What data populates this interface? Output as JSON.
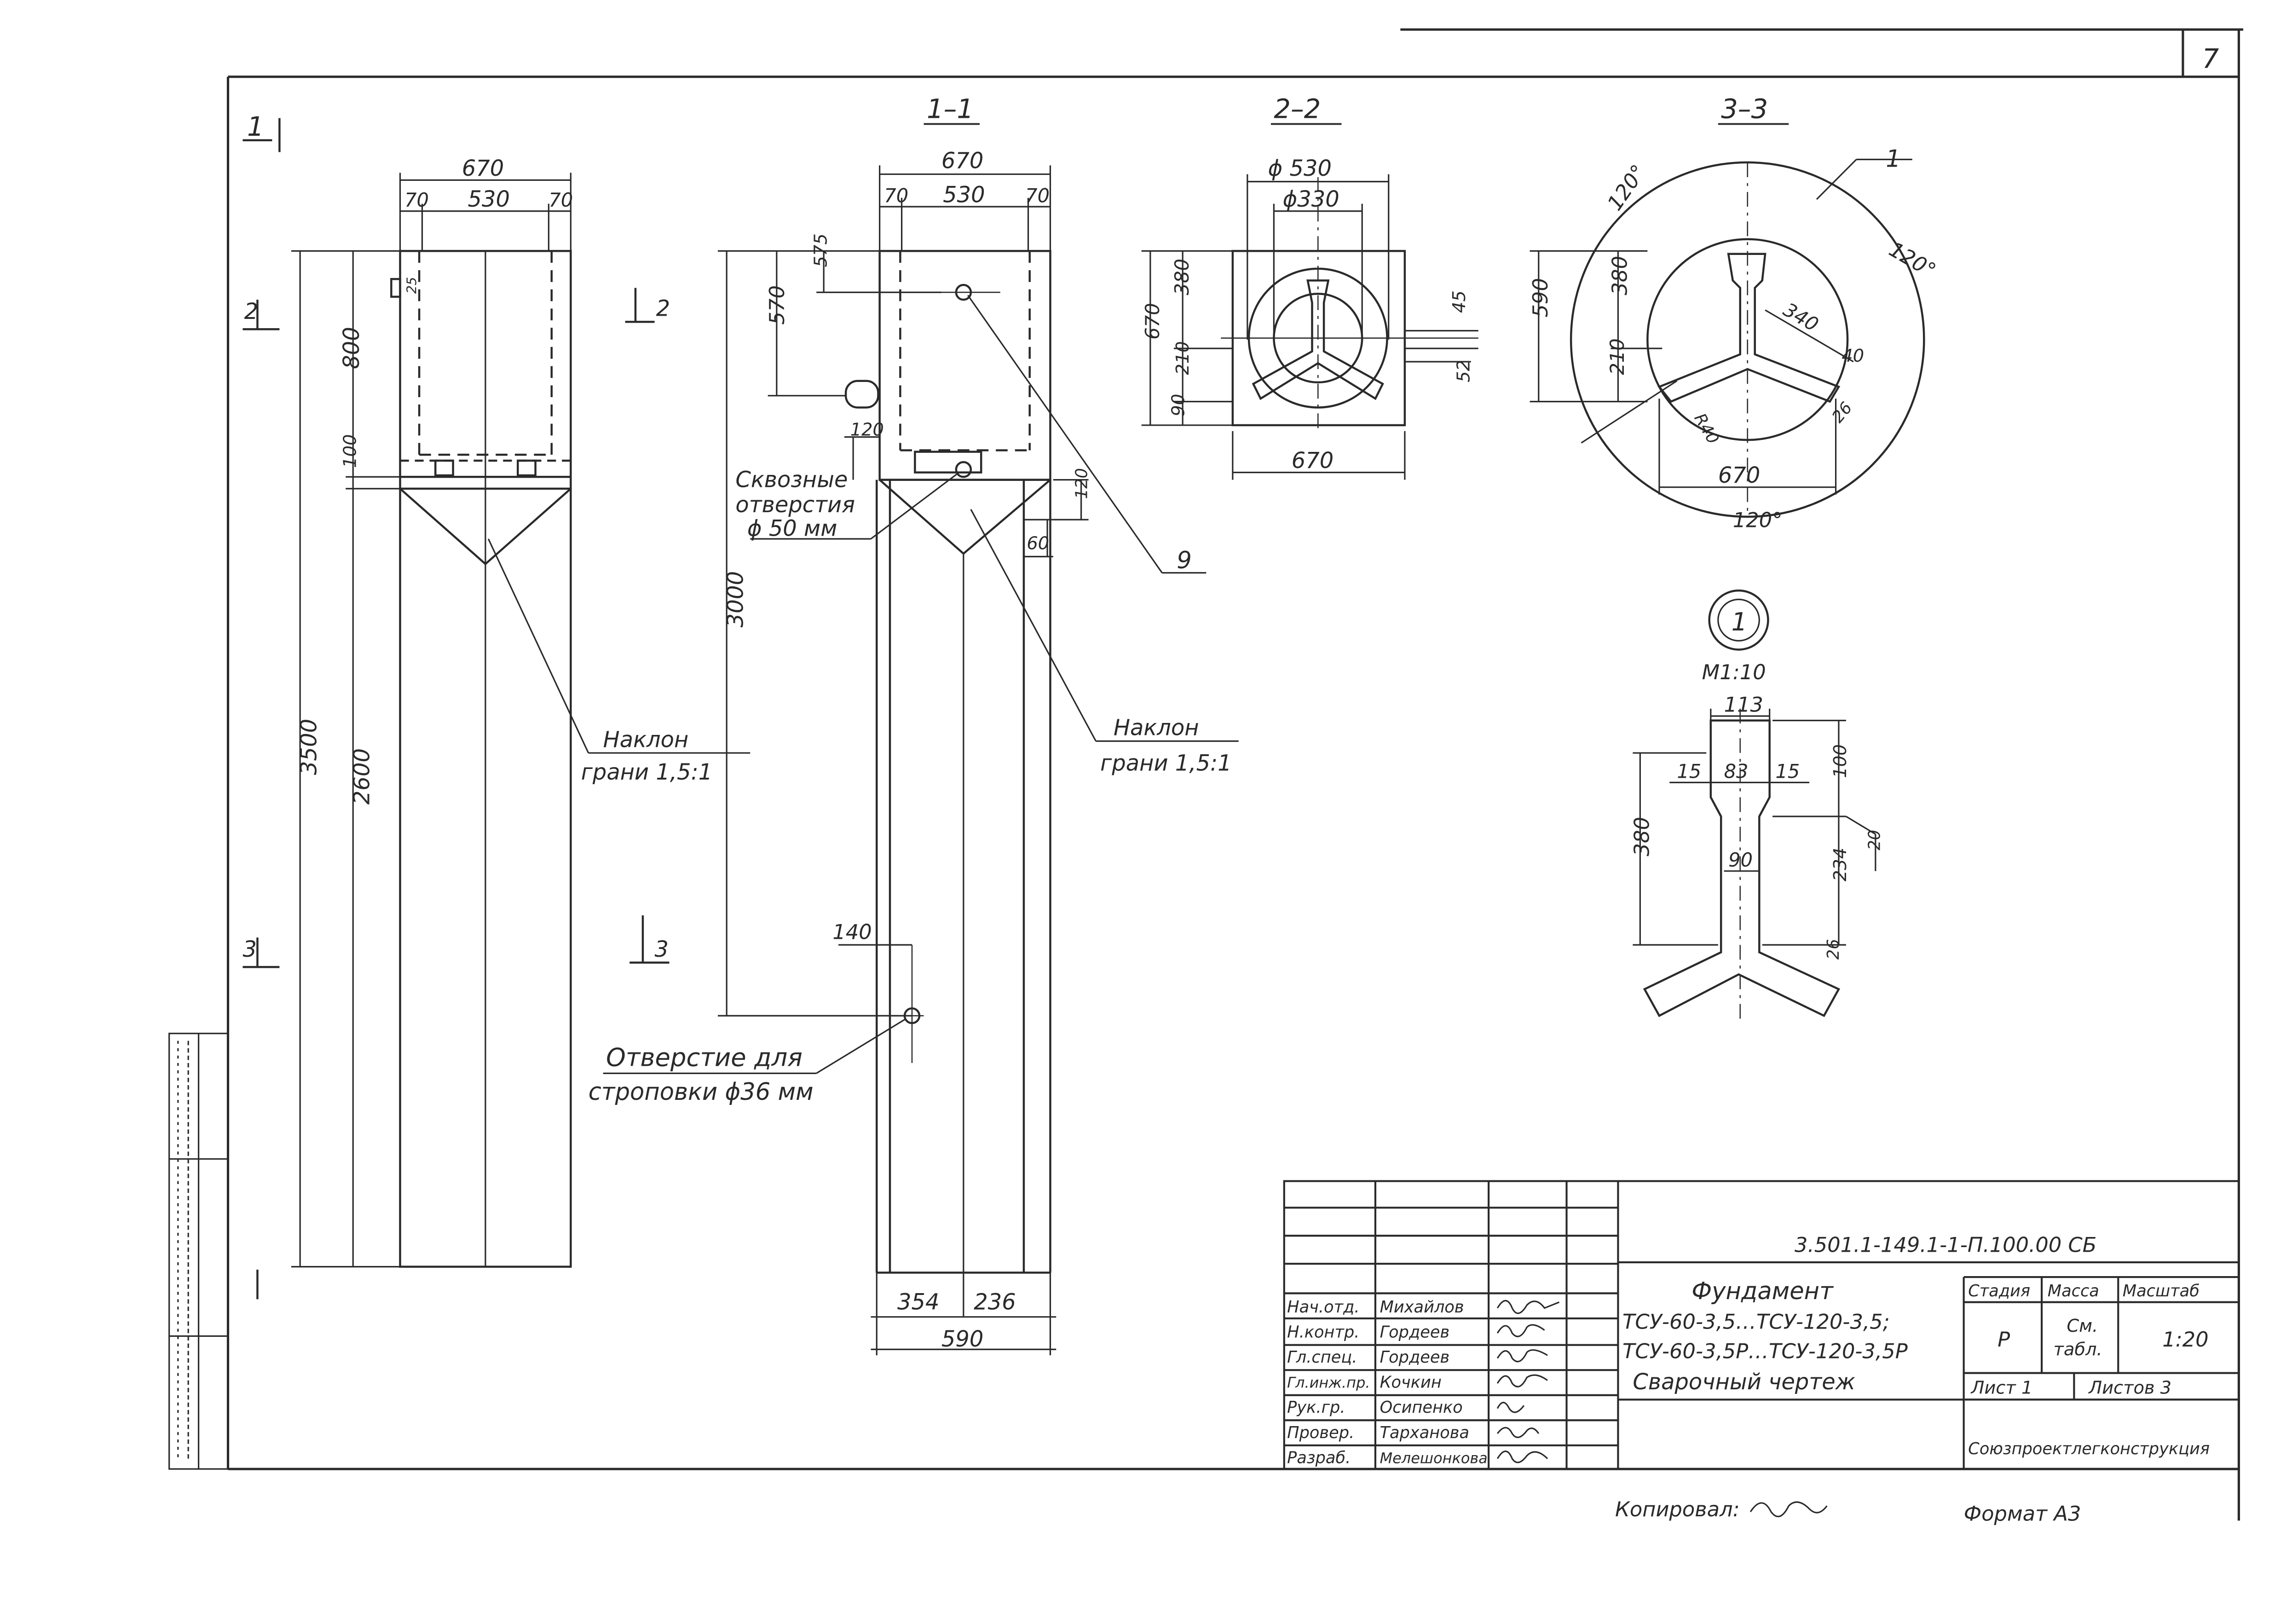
{
  "sheet_number": "7",
  "views": {
    "elevation_mark": "1",
    "section_1_title": "1–1",
    "section_2_title": "2–2",
    "section_3_title": "3–3",
    "cut_2_label": "2",
    "cut_3_label": "3"
  },
  "dims": {
    "d670": "670",
    "d70": "70",
    "d530": "530",
    "d800": "800",
    "d100": "100",
    "d3500": "3500",
    "d2600": "2600",
    "d25": "25",
    "d575": "575",
    "d570": "570",
    "d120": "120",
    "d3000": "3000",
    "d60": "60",
    "d140": "140",
    "d354": "354",
    "d236": "236",
    "d590": "590",
    "phi530": "ϕ 530",
    "phi330": "ϕ330",
    "d45": "45",
    "d52": "52",
    "d380": "380",
    "d210": "210",
    "d90": "90",
    "ang120": "120°",
    "d340": "340",
    "d40": "40",
    "d26": "26",
    "r40": "R40",
    "d113": "113",
    "d15": "15",
    "d83": "83",
    "d234": "234",
    "d20": "20"
  },
  "notes": {
    "through_holes": [
      "Сквозные",
      "отверстия",
      "ϕ 50 мм"
    ],
    "slope": [
      "Наклон",
      "грани 1,5:1"
    ],
    "sling_hole": [
      "Отверстие для",
      "строповки ϕ36 мм"
    ],
    "leader_9": "9",
    "leader_1": "1",
    "detail_number": "1",
    "detail_scale": "М1:10"
  },
  "title_block": {
    "doc_code": "3.501.1-149.1-1-П.100.00 СБ",
    "title_lines": [
      "Фундамент",
      "ТСУ-60-3,5…ТСУ-120-3,5;",
      "ТСУ-60-3,5Р…ТСУ-120-3,5Р",
      "Сварочный чертеж"
    ],
    "col_headers": [
      "Стадия",
      "Масса",
      "Масштаб"
    ],
    "stage": "Р",
    "mass": [
      "См.",
      "табл."
    ],
    "scale": "1:20",
    "sheet": "Лист 1",
    "sheets": "Листов 3",
    "org": "Союзпроектлегконструкция",
    "roles": [
      {
        "role": "Нач.отд.",
        "name": "Михайлов"
      },
      {
        "role": "Н.контр.",
        "name": "Гордеев"
      },
      {
        "role": "Гл.спец.",
        "name": "Гордеев"
      },
      {
        "role": "Гл.инж.пр.",
        "name": "Кочкин"
      },
      {
        "role": "Рук.гр.",
        "name": "Осипенко"
      },
      {
        "role": "Провер.",
        "name": "Тарханова"
      },
      {
        "role": "Разраб.",
        "name": "Мелешонкова"
      }
    ]
  },
  "footer": {
    "copied": "Копировал:",
    "format": "Формат А3"
  }
}
